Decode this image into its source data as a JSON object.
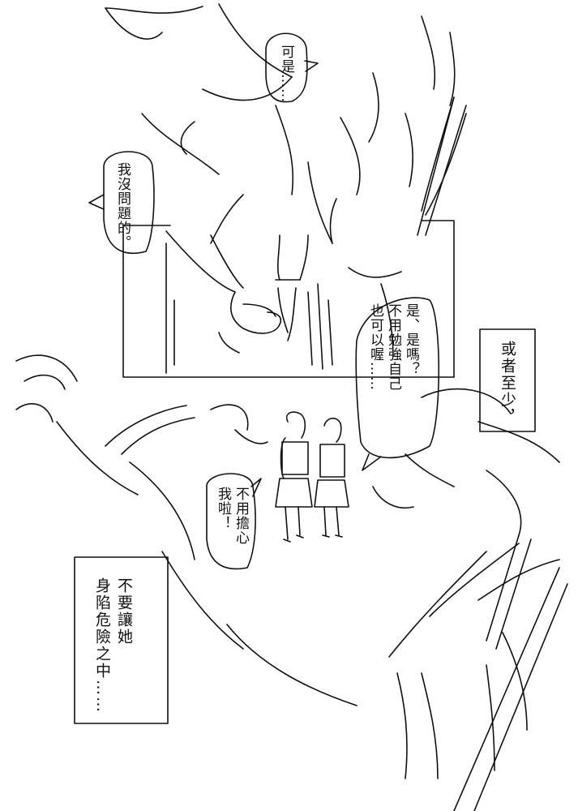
{
  "colors": {
    "ink": "#111111",
    "paper": "#ffffff"
  },
  "bubbles": {
    "kashi": "可是……",
    "no_problem": "我沒問題的。",
    "is_that_so": "是、是嗎？\n不用勉強自己\n也可以喔……",
    "dont_worry": "不用擔心\n我啦！"
  },
  "captions": {
    "or_at_least": "或者至少，",
    "dont_let_her": "不要讓她\n身陷危險之中……"
  }
}
